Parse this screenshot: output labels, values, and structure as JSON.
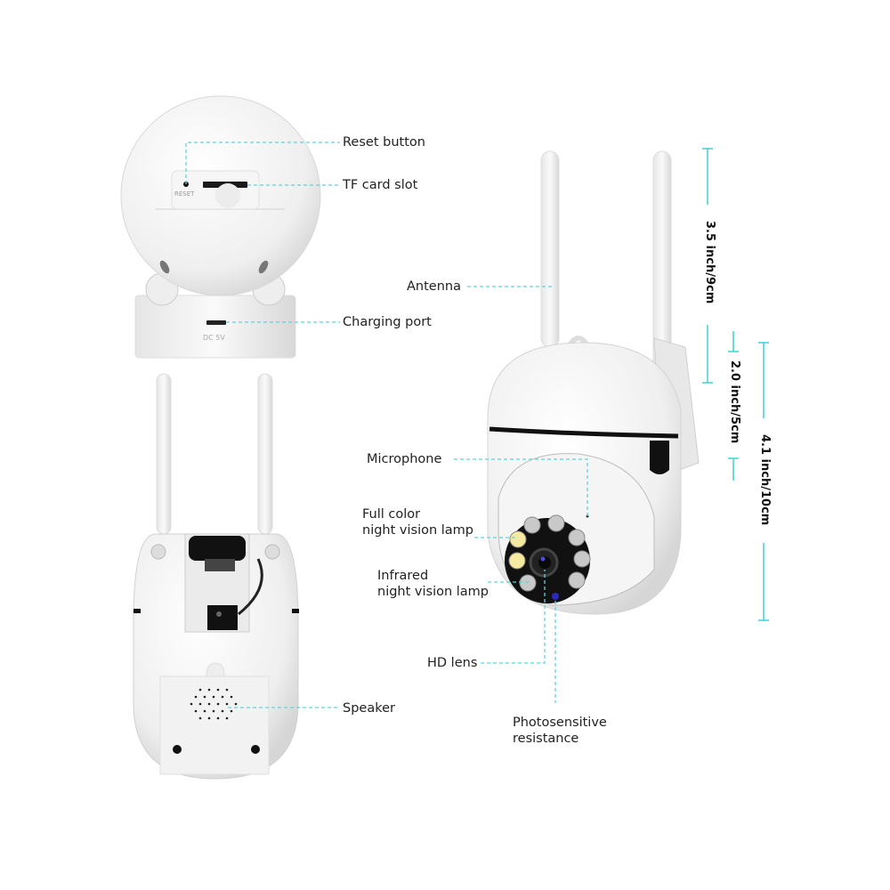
{
  "colors": {
    "leader_line": "#5fd3d8",
    "dimension_line": "#3fd0d6",
    "body_white": "#f4f4f4",
    "body_shade": "#dcdcdc",
    "dark": "#111111",
    "text": "#222222"
  },
  "back_view_top": {
    "labels": {
      "reset_button": "Reset button",
      "tf_card_slot": "TF card slot",
      "charging_port": "Charging port"
    },
    "printed_text": {
      "reset": "RESET",
      "dc": "DC 5V"
    }
  },
  "back_view_bottom": {
    "labels": {
      "speaker": "Speaker"
    }
  },
  "front_view": {
    "labels": {
      "antenna": "Antenna",
      "microphone": "Microphone",
      "full_color_lamp_line1": "Full color",
      "full_color_lamp_line2": "night vision lamp",
      "infrared_lamp_line1": "Infrared",
      "infrared_lamp_line2": "night vision lamp",
      "hd_lens": "HD lens",
      "photosensitive_line1": "Photosensitive",
      "photosensitive_line2": "resistance"
    }
  },
  "dimensions": {
    "antenna_height": "3.5 inch/9cm",
    "head_height": "2.0 inch/5cm",
    "body_height": "4.1 inch/10cm"
  }
}
